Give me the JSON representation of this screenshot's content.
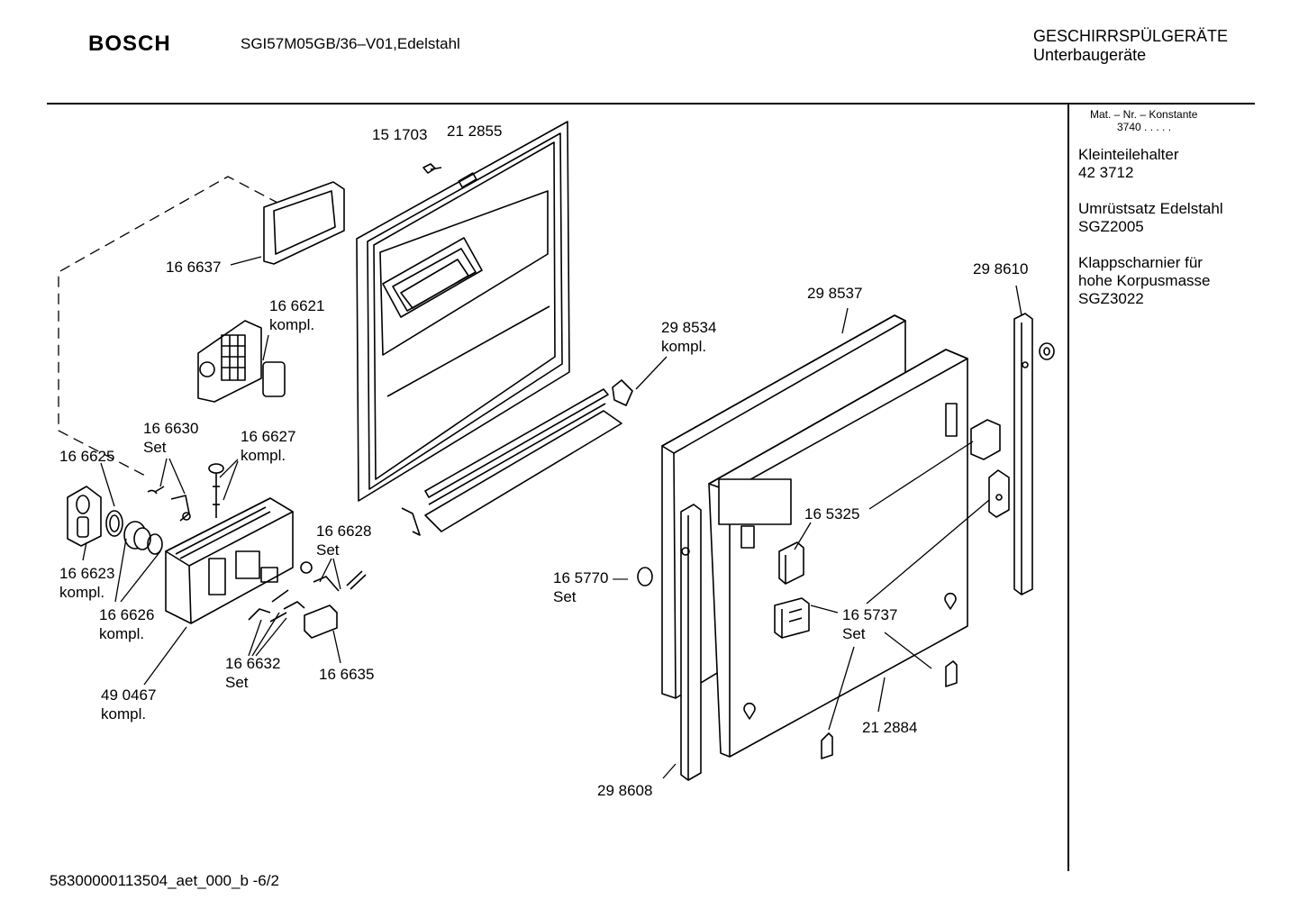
{
  "header": {
    "brand": "BOSCH",
    "model": "SGI57M05GB/36–V01,Edelstahl",
    "category_line1": "GESCHIRRSPÜLGERÄTE",
    "category_line2": "Unterbaugeräte"
  },
  "sidebar": {
    "mat_label": "Mat. – Nr. – Konstante",
    "mat_value": "3740  .  .  .  .  .",
    "items": [
      {
        "line1": "Kleinteilehalter",
        "line2": "42 3712",
        "line3": ""
      },
      {
        "line1": "Umrüstsatz Edelstahl",
        "line2": "SGZ2005",
        "line3": ""
      },
      {
        "line1": "Klappscharnier für",
        "line2": "hohe Korpusmasse",
        "line3": "SGZ3022"
      }
    ]
  },
  "parts": [
    {
      "id": "p151703",
      "text": "15 1703",
      "sub": ""
    },
    {
      "id": "p212855",
      "text": "21 2855",
      "sub": ""
    },
    {
      "id": "p166637",
      "text": "16 6637",
      "sub": ""
    },
    {
      "id": "p166621",
      "text": "16 6621",
      "sub": "kompl."
    },
    {
      "id": "p166630",
      "text": "16 6630",
      "sub": "Set"
    },
    {
      "id": "p166627",
      "text": "16 6627",
      "sub": "kompl."
    },
    {
      "id": "p166625",
      "text": "16 6625",
      "sub": ""
    },
    {
      "id": "p166628",
      "text": "16 6628",
      "sub": "Set"
    },
    {
      "id": "p166623",
      "text": "16 6623",
      "sub": "kompl."
    },
    {
      "id": "p166626",
      "text": "16 6626",
      "sub": "kompl."
    },
    {
      "id": "p166632",
      "text": "16 6632",
      "sub": "Set"
    },
    {
      "id": "p166635",
      "text": "16 6635",
      "sub": ""
    },
    {
      "id": "p490467",
      "text": "49 0467",
      "sub": "kompl."
    },
    {
      "id": "p298534",
      "text": "29 8534",
      "sub": "kompl."
    },
    {
      "id": "p298537",
      "text": "29 8537",
      "sub": ""
    },
    {
      "id": "p298610",
      "text": "29 8610",
      "sub": ""
    },
    {
      "id": "p165325",
      "text": "16 5325",
      "sub": ""
    },
    {
      "id": "p165770",
      "text": "16 5770 —",
      "sub": "Set"
    },
    {
      "id": "p165737",
      "text": "16 5737",
      "sub": "Set"
    },
    {
      "id": "p212884",
      "text": "21 2884",
      "sub": ""
    },
    {
      "id": "p298608",
      "text": "29 8608",
      "sub": ""
    }
  ],
  "footer": {
    "code": "58300000113504_aet_000_b  -6/2"
  }
}
